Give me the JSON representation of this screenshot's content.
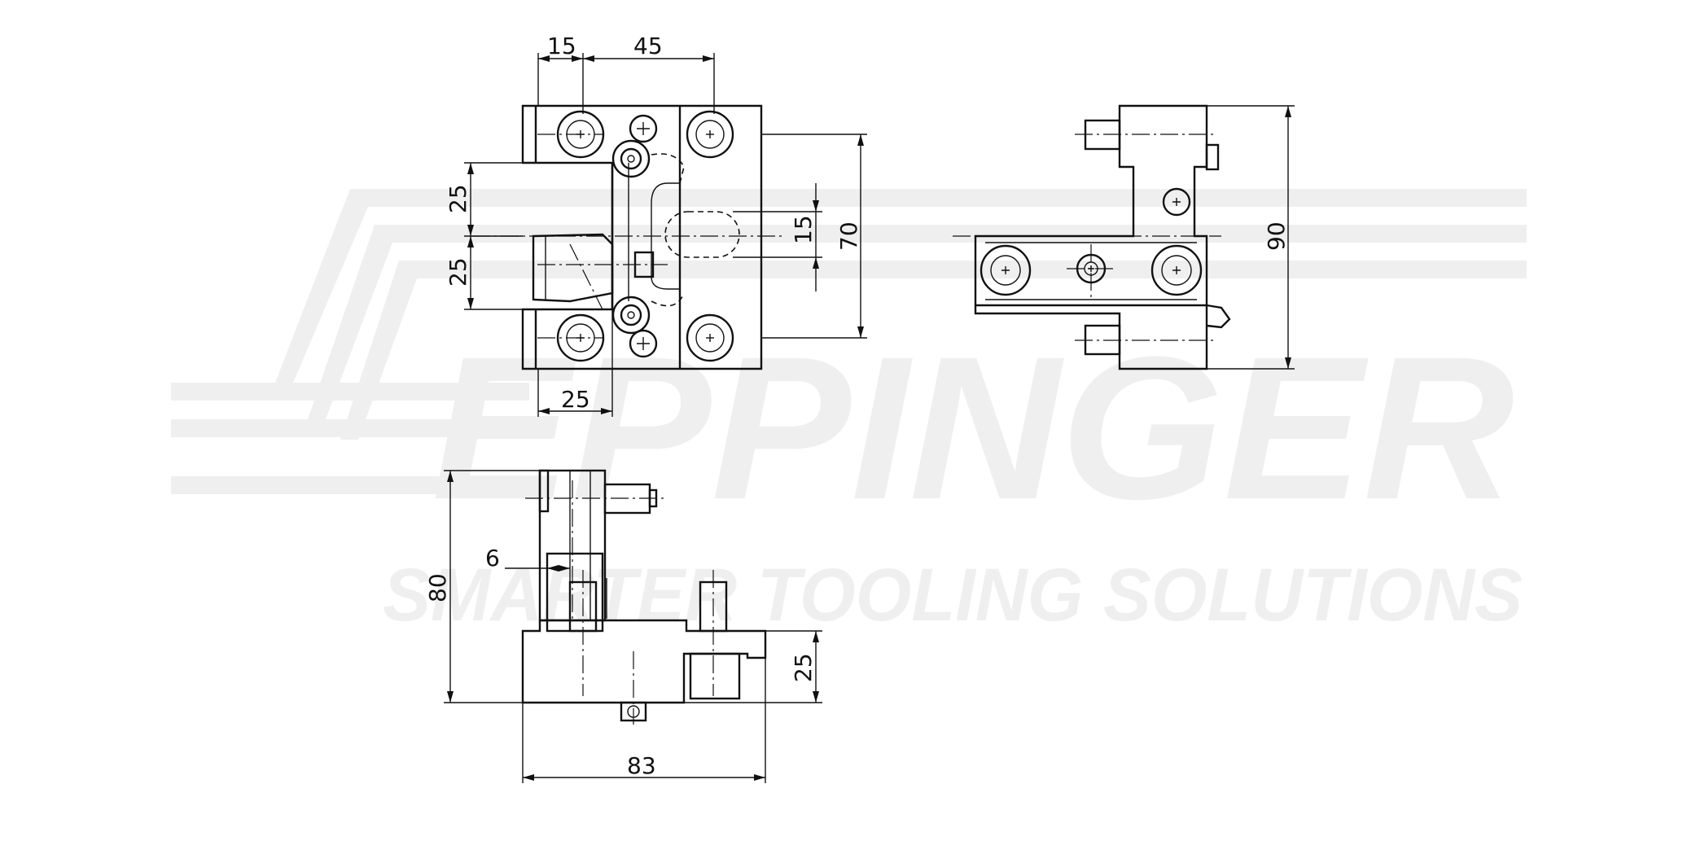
{
  "watermark": {
    "brand": "EPPINGER",
    "slogan": "SMARTER TOOLING SOLUTIONS"
  },
  "dimensions": {
    "top_width_small": "15",
    "top_width_large": "45",
    "left_upper": "25",
    "left_lower": "25",
    "slot_height": "15",
    "overall_height_front": "70",
    "bottom_width": "25",
    "side_height": "90",
    "bottom_offset": "6",
    "bottom_height": "80",
    "bottom_right_height": "25",
    "bottom_total_width": "83"
  }
}
